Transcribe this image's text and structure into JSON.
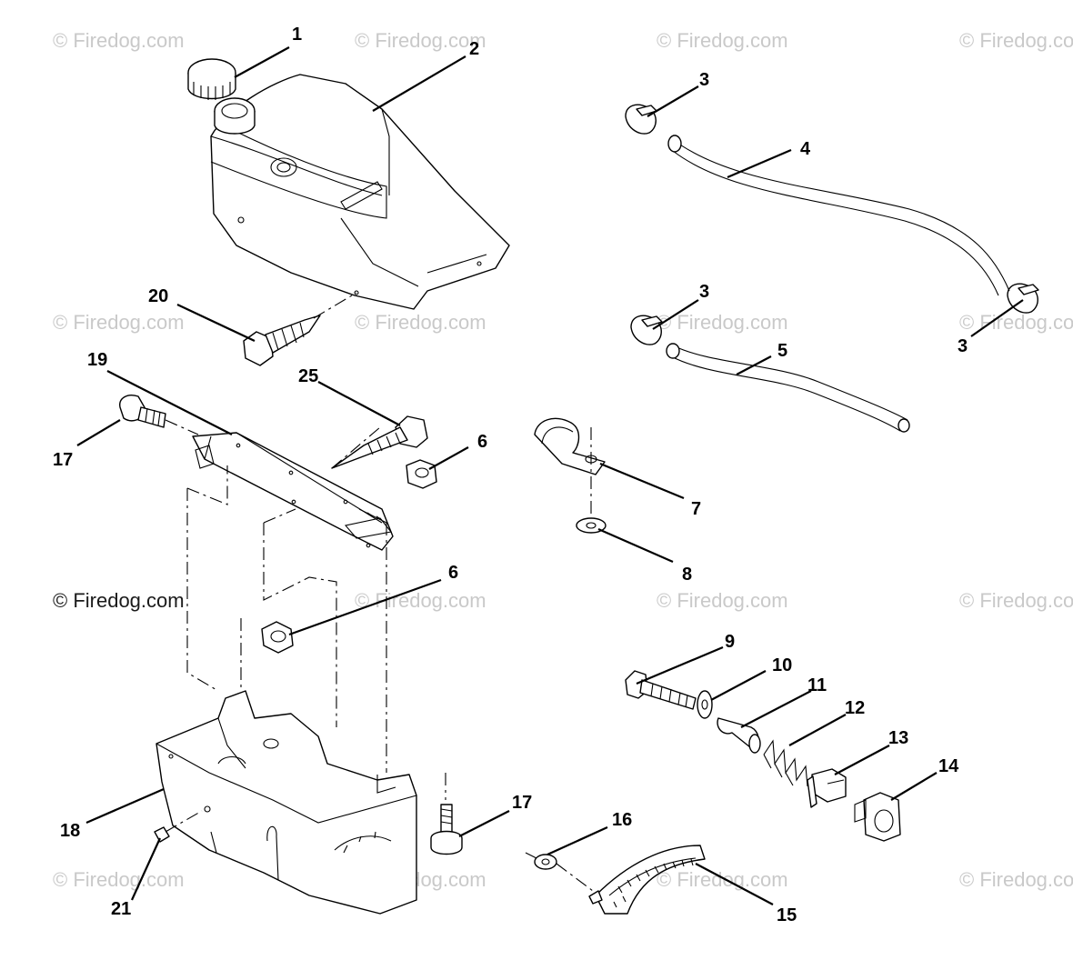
{
  "watermark": {
    "faded_text": "© Firedog.com",
    "main_text": "© Firedog.com"
  },
  "callouts": [
    "1",
    "2",
    "3",
    "4",
    "3",
    "5",
    "3",
    "6",
    "6",
    "7",
    "8",
    "9",
    "10",
    "11",
    "12",
    "13",
    "14",
    "15",
    "16",
    "17",
    "17",
    "18",
    "19",
    "20",
    "21",
    "25"
  ]
}
